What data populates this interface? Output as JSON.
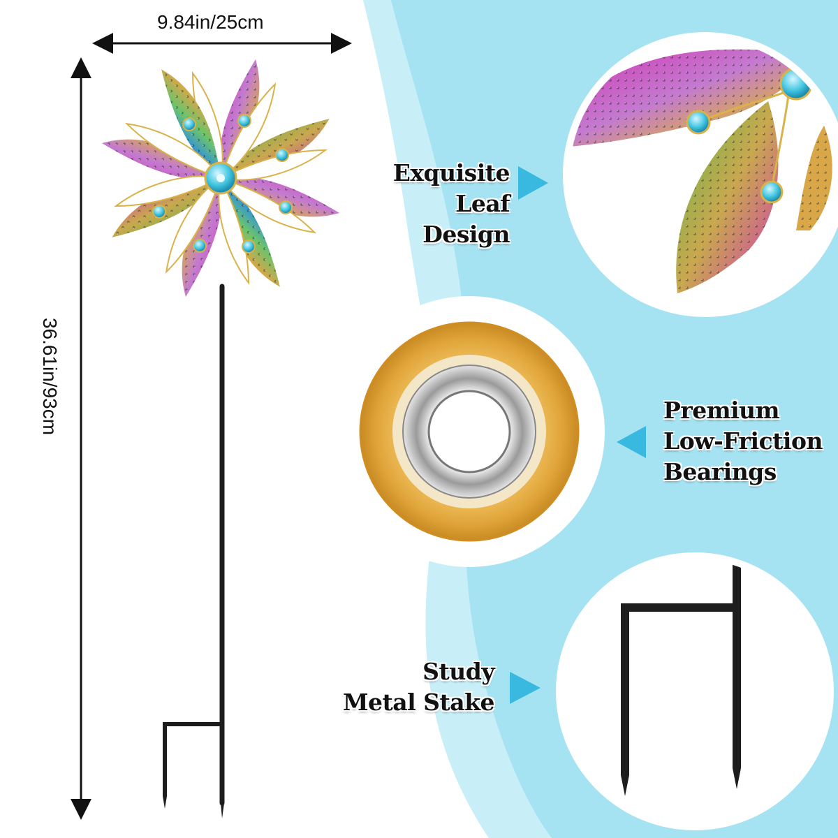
{
  "dimensions": {
    "width_label": "9.84in/25cm",
    "height_label": "36.61in/93cm"
  },
  "features": [
    {
      "line1": "Exquisite",
      "line2": "Leaf Design",
      "line3": ""
    },
    {
      "line1": "Premium",
      "line2": "Low-Friction",
      "line3": "Bearings"
    },
    {
      "line1": "Study",
      "line2": "Metal Stake",
      "line3": ""
    }
  ],
  "colors": {
    "sky_blue": "#a6e3f2",
    "arrow_blue": "#39b9e0",
    "gold": "#e0a53a",
    "stake_black": "#1d1d1d",
    "petal_pink": "#d236b4",
    "petal_green": "#5db64a",
    "gem_blue": "#49c9e3"
  },
  "icons": [
    "right-arrow-icon",
    "left-arrow-icon",
    "right-arrow-icon"
  ]
}
